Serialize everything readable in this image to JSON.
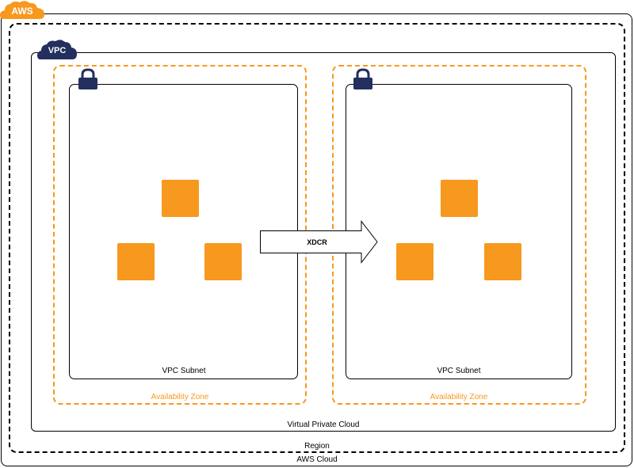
{
  "badges": {
    "aws": "AWS",
    "vpc": "VPC"
  },
  "containers": {
    "aws_cloud": "AWS Cloud",
    "region": "Region",
    "vpc": "Virtual Private Cloud",
    "availability_zone_left": "Availability Zone",
    "availability_zone_right": "Availability Zone",
    "subnet_left": "VPC Subnet",
    "subnet_right": "VPC Subnet"
  },
  "connector": {
    "label": "XDCR"
  },
  "icons": {
    "aws_badge": "aws-cloud-icon",
    "vpc_badge": "vpc-cloud-icon",
    "subnet_lock": "padlock-icon",
    "node": "instance-square",
    "arrow": "right-arrow"
  },
  "colors": {
    "aws_orange": "#f7981f",
    "vpc_navy": "#232f5e",
    "lock_navy": "#232f5e",
    "outline": "#000000"
  }
}
